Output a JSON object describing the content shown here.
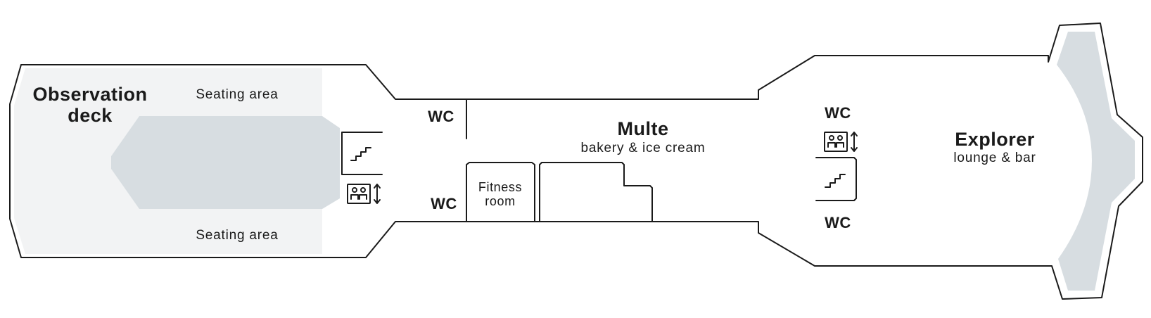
{
  "deck_plan": {
    "observation_deck": {
      "title_line1": "Observation",
      "title_line2": "deck",
      "seating_top": "Seating area",
      "seating_bottom": "Seating area",
      "stairs_icon": "stairs-icon",
      "elevator_icon": "elevator-icon"
    },
    "midship": {
      "wc_upper": "WC",
      "wc_lower": "WC",
      "fitness_line1": "Fitness",
      "fitness_line2": "room",
      "multe_title": "Multe",
      "multe_subtitle": "bakery & ice cream"
    },
    "forward": {
      "wc_upper": "WC",
      "wc_lower": "WC",
      "elevator_icon": "elevator-icon",
      "stairs_icon": "stairs-icon",
      "explorer_title": "Explorer",
      "explorer_subtitle": "lounge & bar"
    },
    "colors": {
      "outline": "#1a1a1a",
      "seating_fill": "#f2f3f4",
      "zone_fill": "#d7dde1"
    }
  }
}
